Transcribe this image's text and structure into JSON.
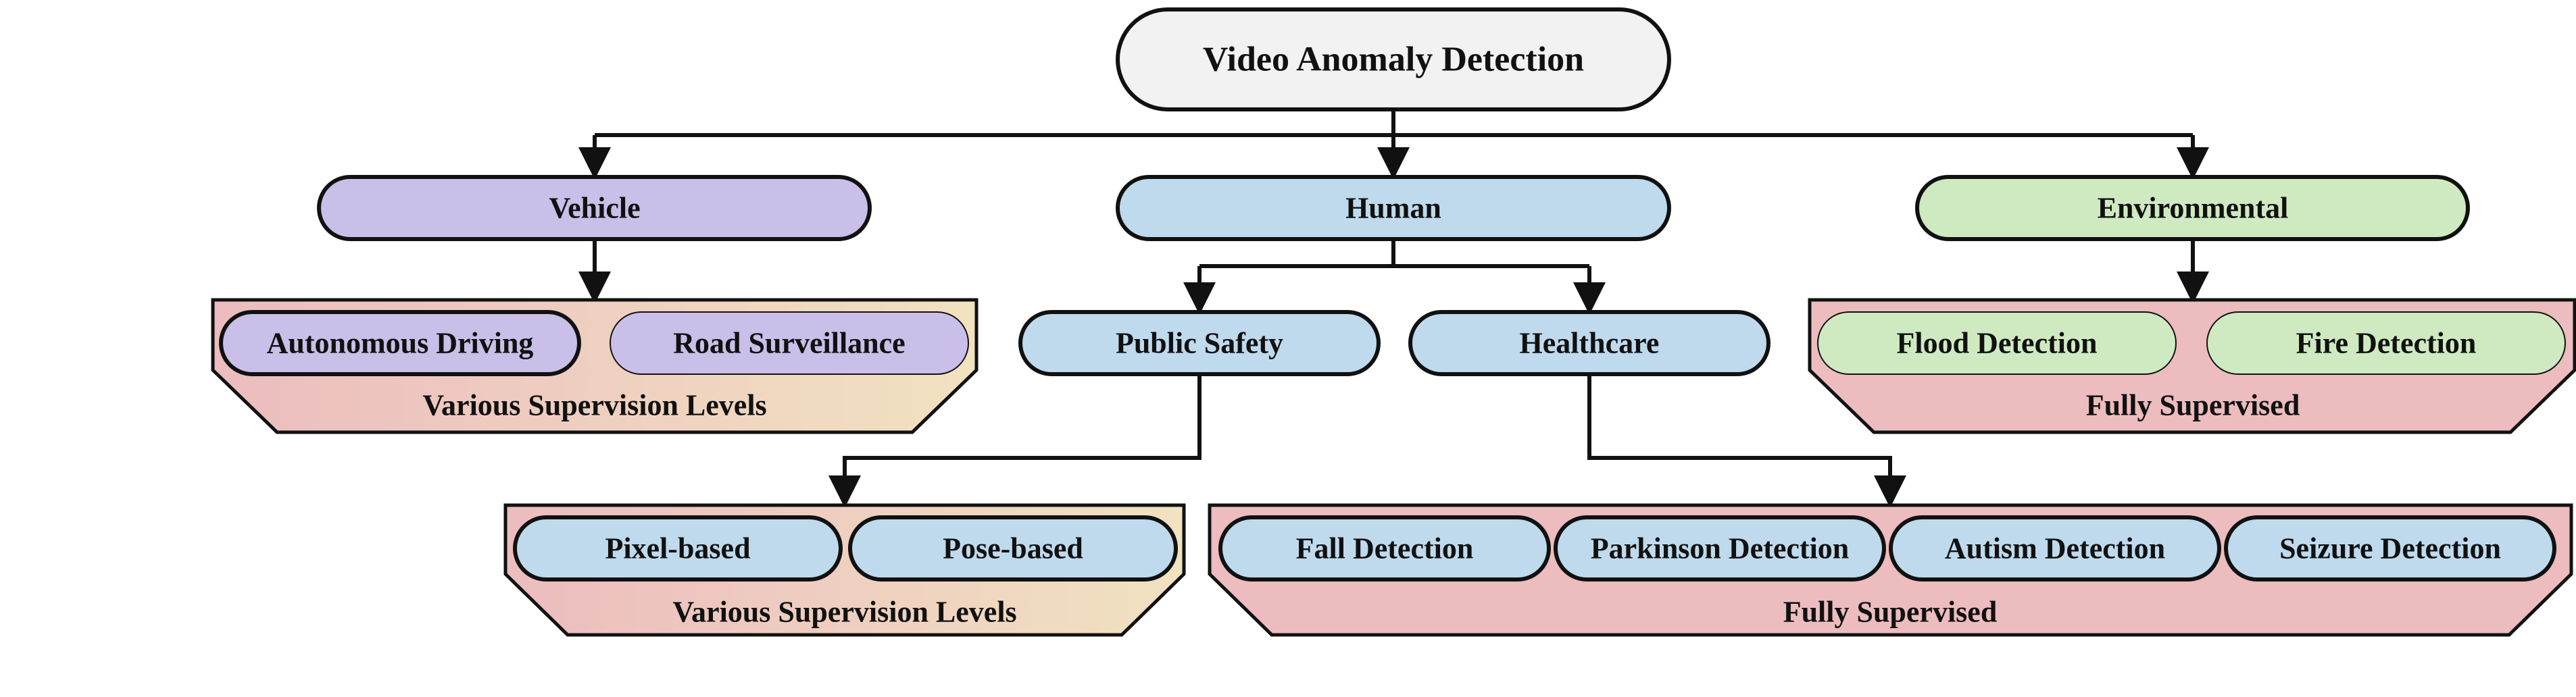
{
  "root": {
    "label": "Video Anomaly Detection",
    "fill": "#f2f2f2"
  },
  "categories": {
    "vehicle": {
      "label": "Vehicle",
      "fill": "#c9bfe8"
    },
    "human": {
      "label": "Human",
      "fill": "#bfdaed"
    },
    "environmental": {
      "label": "Environmental",
      "fill": "#cfeac1"
    }
  },
  "human_sub": {
    "public_safety": {
      "label": "Public Safety"
    },
    "healthcare": {
      "label": "Healthcare"
    }
  },
  "groups": {
    "vehicle": {
      "items": [
        "Autonomous Driving",
        "Road Surveillance"
      ],
      "footer": "Various Supervision Levels",
      "gradient": true
    },
    "environmental": {
      "items": [
        "Flood Detection",
        "Fire Detection"
      ],
      "footer": "Fully Supervised",
      "gradient": false
    },
    "public_safety": {
      "items": [
        "Pixel-based",
        "Pose-based"
      ],
      "footer": "Various Supervision Levels",
      "gradient": true
    },
    "healthcare": {
      "items": [
        "Fall Detection",
        "Parkinson Detection",
        "Autism Detection",
        "Seizure Detection"
      ],
      "footer": "Fully Supervised",
      "gradient": false
    }
  },
  "colors": {
    "stroke": "#111111",
    "tray_pink": "#ecbcbf",
    "tray_gradient_end": "#f1e2c0"
  }
}
